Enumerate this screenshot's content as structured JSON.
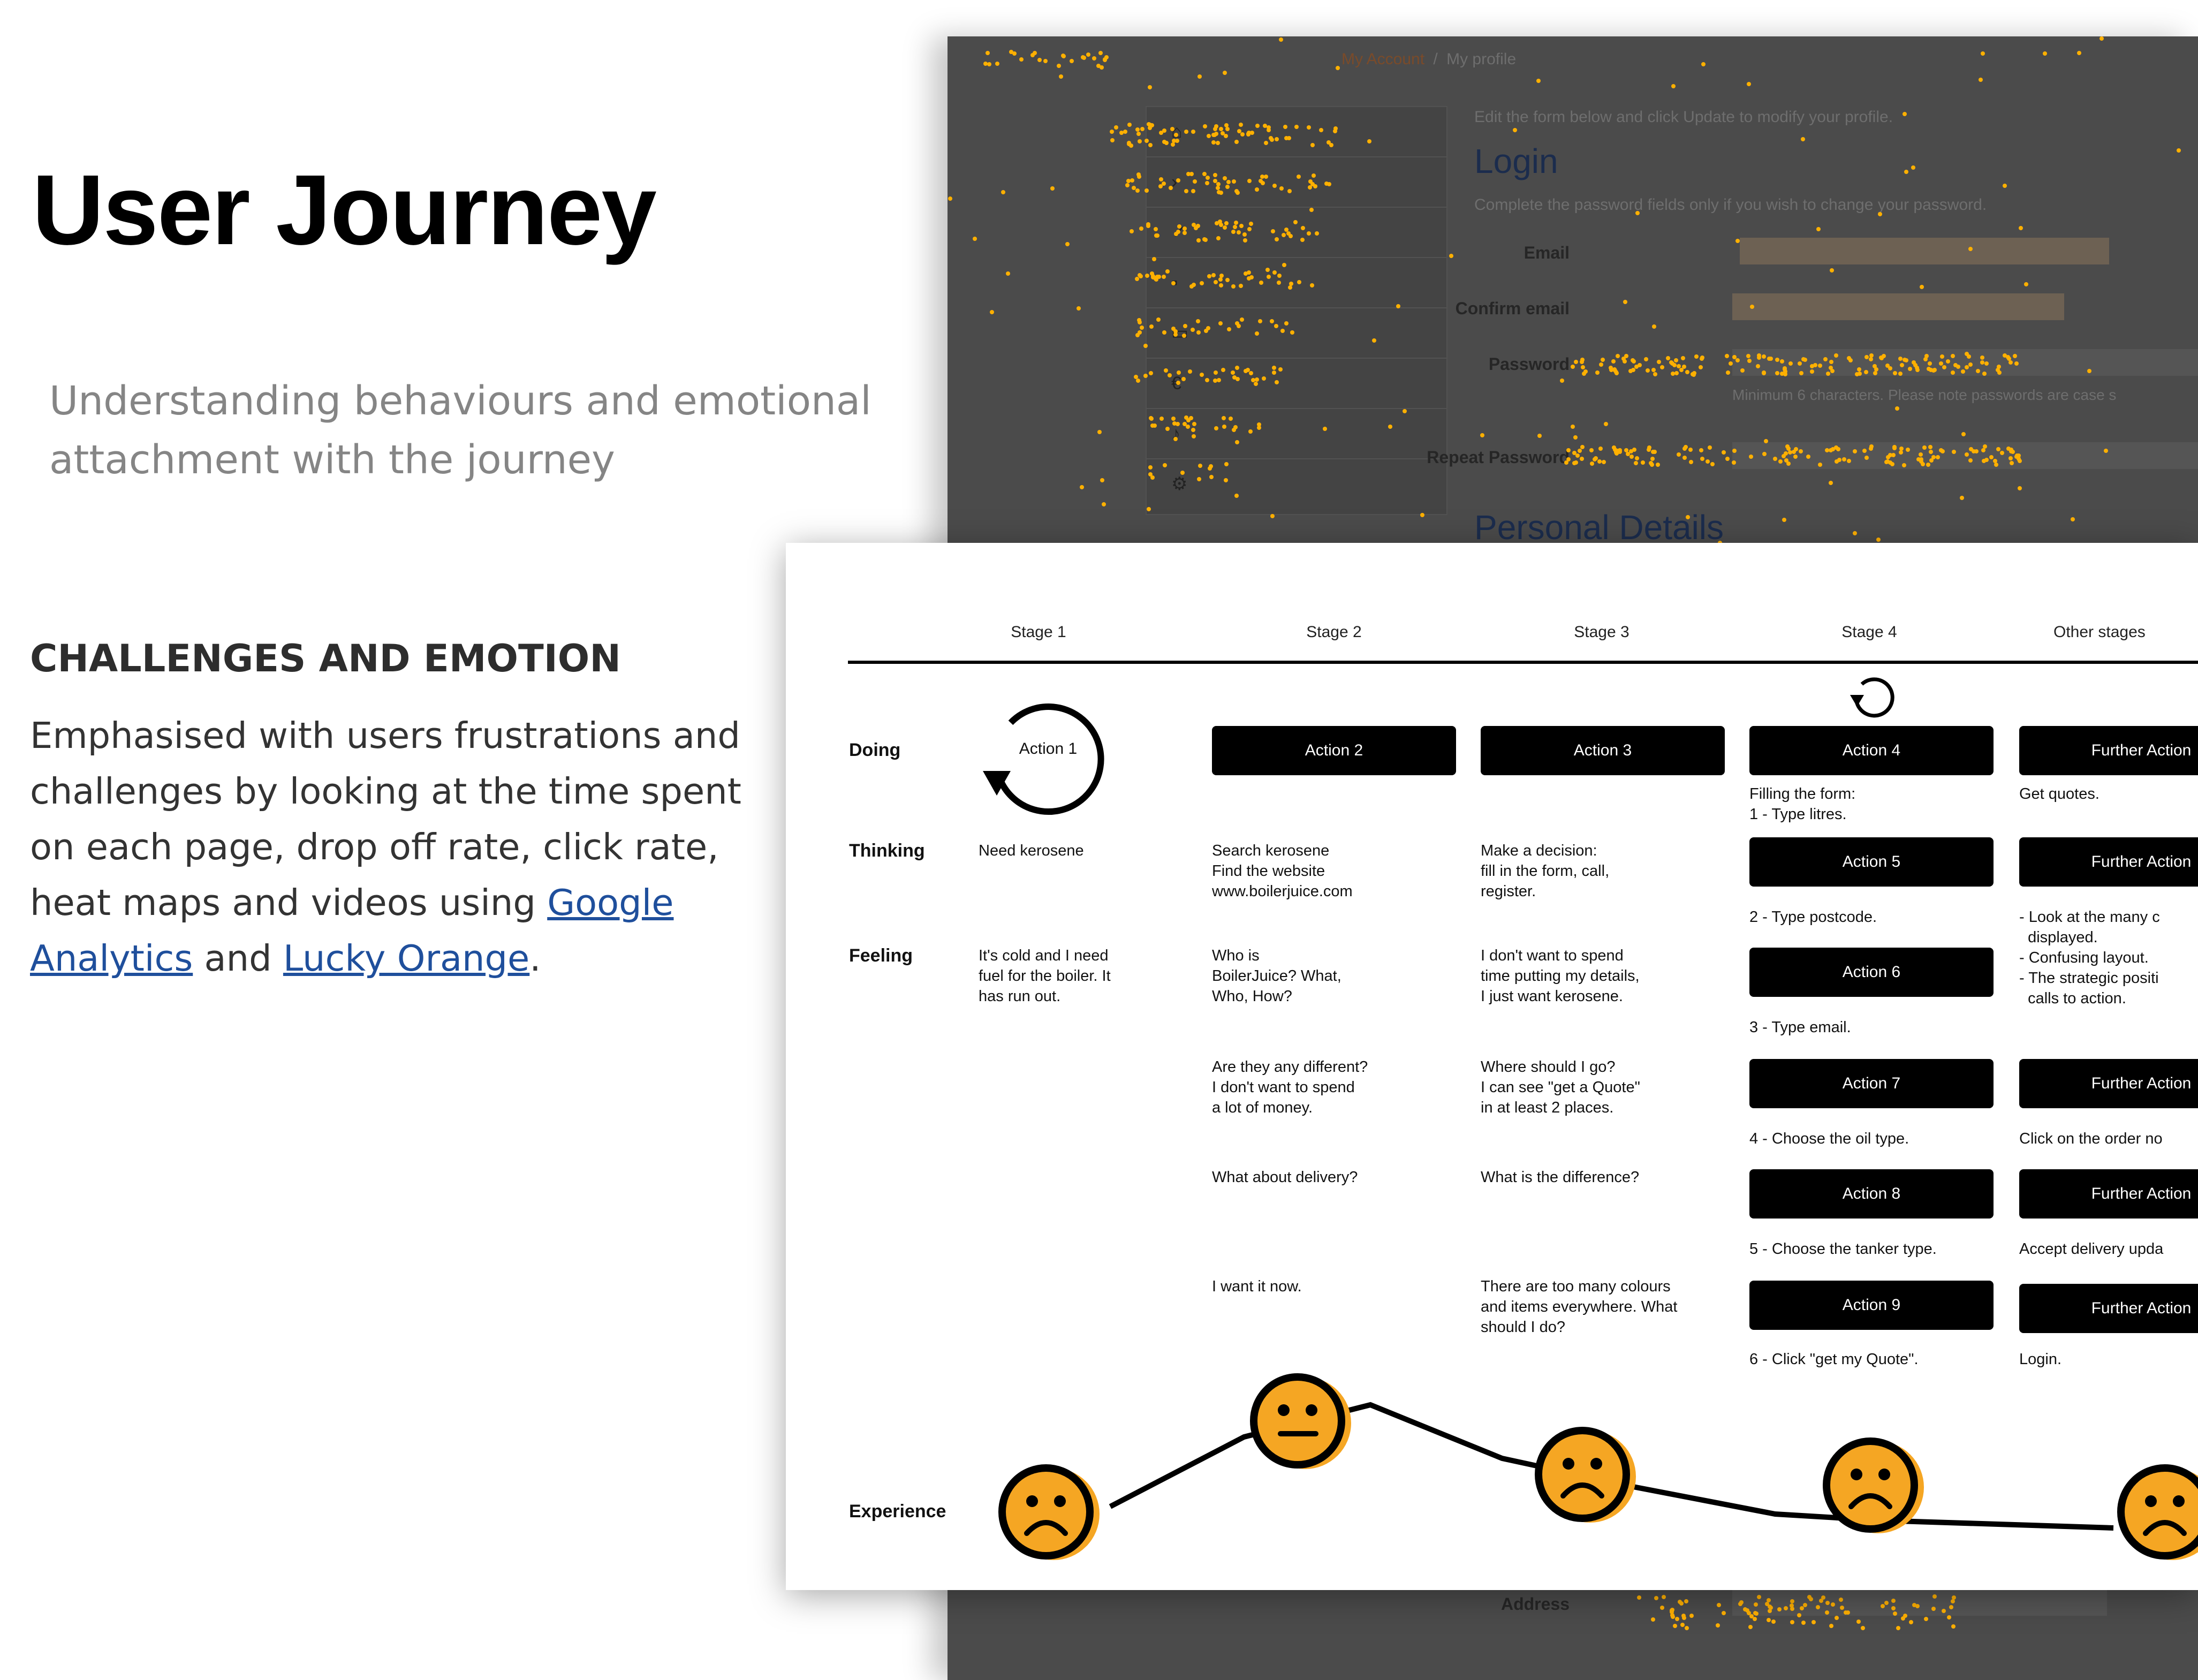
{
  "title": "User Journey",
  "subtitle": "Understanding behaviours and emotional attachment with the journey",
  "section": {
    "heading": "CHALLENGES AND EMOTION",
    "body_before": "Emphasised with users frustrations and challenges by looking at the time spent on each page, drop off rate, click rate, heat maps and videos using ",
    "link1": "Google Analytics",
    "between": " and ",
    "link2": "Lucky Orange",
    "after": "."
  },
  "heatmap": {
    "breadcrumb_current": "My profile",
    "intro": "Edit the form below and click Update to modify your profile.",
    "login_heading": "Login",
    "login_hint": "Complete the password fields only if you wish to change your password.",
    "fields": {
      "email": "Email",
      "confirm_email": "Confirm email",
      "password": "Password",
      "password_hint": "Minimum 6 characters. Please note passwords are case s",
      "repeat_password": "Repeat Password",
      "address": "Address"
    },
    "personal_heading": "Personal Details"
  },
  "journey": {
    "stages": [
      "Stage 1",
      "Stage 2",
      "Stage 3",
      "Stage 4",
      "Other stages"
    ],
    "rows": {
      "doing": "Doing",
      "thinking": "Thinking",
      "feeling": "Feeling",
      "experience": "Experience"
    },
    "actions": {
      "a1": "Action 1",
      "a2": "Action 2",
      "a3": "Action 3",
      "a4": "Action 4",
      "a5": "Action 5",
      "a6": "Action 6",
      "a7": "Action 7",
      "a8": "Action 8",
      "a9": "Action 9",
      "further": "Further Action"
    },
    "stage1": {
      "thinking": "Need kerosene",
      "feeling": "It's cold and I need\nfuel for the boiler. It\nhas run out."
    },
    "stage2": {
      "thinking": "Search kerosene\nFind the website\nwww.boilerjuice.com",
      "feeling1": "Who is\nBoilerJuice? What,\nWho, How?",
      "feeling2": "Are they any different?\nI don't want to spend\na lot of money.",
      "feeling3": "What about delivery?",
      "feeling4": "I want it now."
    },
    "stage3": {
      "thinking": "Make a decision:\nfill in the form, call,\nregister.",
      "feeling1": "I don't want to spend\ntime putting my details,\nI just want kerosene.",
      "feeling2": "Where should I go?\nI can see \"get a Quote\"\nin at least 2 places.",
      "feeling3": "What is the difference?",
      "feeling4": "There are too many colours\nand items everywhere. What\nshould I do?"
    },
    "stage4": {
      "n1": "Filling the form:\n1 - Type litres.",
      "n2": "2 - Type postcode.",
      "n3": "3 - Type email.",
      "n4": "4 - Choose the oil type.",
      "n5": "5 - Choose the tanker type.",
      "n6": "6 - Click \"get my Quote\"."
    },
    "other": {
      "n1": "Get quotes.",
      "n2": "- Look at the many c\n  displayed.\n- Confusing layout.\n- The strategic positi\n  calls to action.",
      "n3": "Click on the order no",
      "n4": "Accept delivery upda",
      "n5": "Login."
    },
    "experience_faces": [
      "sad",
      "neutral",
      "sad",
      "sad",
      "sad"
    ]
  },
  "colors": {
    "accent": "#f5a623",
    "heatmap_dot": "#ffb000",
    "link": "#1f4f9c",
    "heatmap_bg": "#4b4b4b"
  }
}
